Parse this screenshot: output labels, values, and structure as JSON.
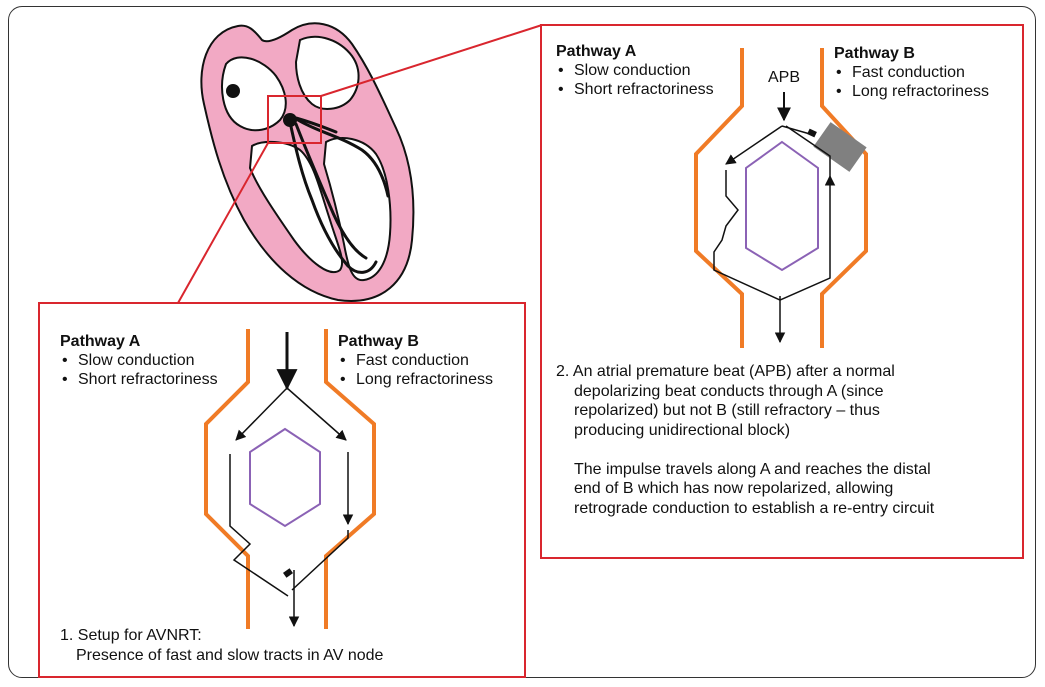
{
  "colors": {
    "frame_border": "#333333",
    "panel_border": "#d9262e",
    "pathway_walls": "#f07b26",
    "node_outline": "#8b62b5",
    "heart_tissue": "#f2a9c4",
    "block_marker": "#808080"
  },
  "heart": {
    "focus_box": "AV node region highlighted"
  },
  "panel1": {
    "pathway_a": {
      "title": "Pathway A",
      "bullets": [
        "Slow conduction",
        "Short refractoriness"
      ]
    },
    "pathway_b": {
      "title": "Pathway B",
      "bullets": [
        "Fast conduction",
        "Long refractoriness"
      ]
    },
    "caption": [
      "1. Setup for AVNRT:",
      "Presence of fast and slow tracts in AV node"
    ]
  },
  "panel2": {
    "pathway_a": {
      "title": "Pathway A",
      "bullets": [
        "Slow conduction",
        "Short refractoriness"
      ]
    },
    "pathway_b": {
      "title": "Pathway B",
      "bullets": [
        "Fast conduction",
        "Long refractoriness"
      ]
    },
    "apb_label": "APB",
    "caption": [
      "2. An atrial premature beat (APB) after a normal",
      "depolarizing beat conducts through A (since",
      "repolarized) but not B (still refractory – thus",
      "producing unidirectional block)"
    ],
    "caption2": [
      "The impulse travels along A and reaches the distal",
      "end of B which has now repolarized, allowing",
      "retrograde conduction to establish a re-entry circuit"
    ]
  }
}
